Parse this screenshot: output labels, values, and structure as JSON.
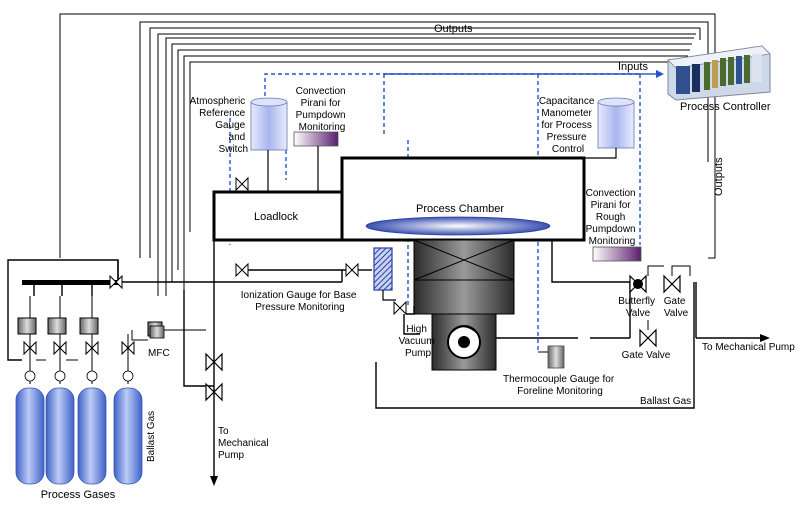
{
  "labels": {
    "outputs_top": "Outputs",
    "outputs_side": "Outputs",
    "inputs": "Inputs",
    "process_controller": "Process Controller",
    "atmospheric": [
      "Atmospheric",
      "Reference",
      "Gauge",
      "and",
      "Switch"
    ],
    "convection_pumpdown": [
      "Convection",
      "Pirani for",
      "Pumpdown",
      "Monitoring"
    ],
    "capacitance": [
      "Capacitance",
      "Manometer",
      "for Process",
      "Pressure",
      "Control"
    ],
    "convection_rough": [
      "Convection",
      "Pirani for",
      "Rough",
      "Pumpdown",
      "Monitoring"
    ],
    "loadlock": "Loadlock",
    "process_chamber": "Process Chamber",
    "ionization": [
      "Ionization Gauge for Base",
      "Pressure Monitoring"
    ],
    "high_vacuum": [
      "High",
      "Vacuum",
      "Pump"
    ],
    "thermocouple": [
      "Thermocouple Gauge for",
      "Foreline Monitoring"
    ],
    "butterfly": [
      "Butterfly",
      "Valve"
    ],
    "gate_valve_top": [
      "Gate",
      "Valve"
    ],
    "gate_valve_mid": "Gate Valve",
    "to_mech_right": "To Mechanical Pump",
    "to_mech_bottom": [
      "To",
      "Mechanical",
      "Pump"
    ],
    "ballast_gas_right": "Ballast Gas",
    "ballast_gas_vertical": "Ballast Gas",
    "mfc": "MFC",
    "process_gases": "Process Gases"
  },
  "colors": {
    "line": "#000000",
    "dashed_blue": "#2255cc",
    "gauge_blue": "#b8c4ee",
    "cylinder_blue": "#6f8fe0",
    "pirani_purple": "#6a2c7a",
    "pump_dark": "#3c3c3c",
    "platen_blue": "#3a50b0"
  }
}
